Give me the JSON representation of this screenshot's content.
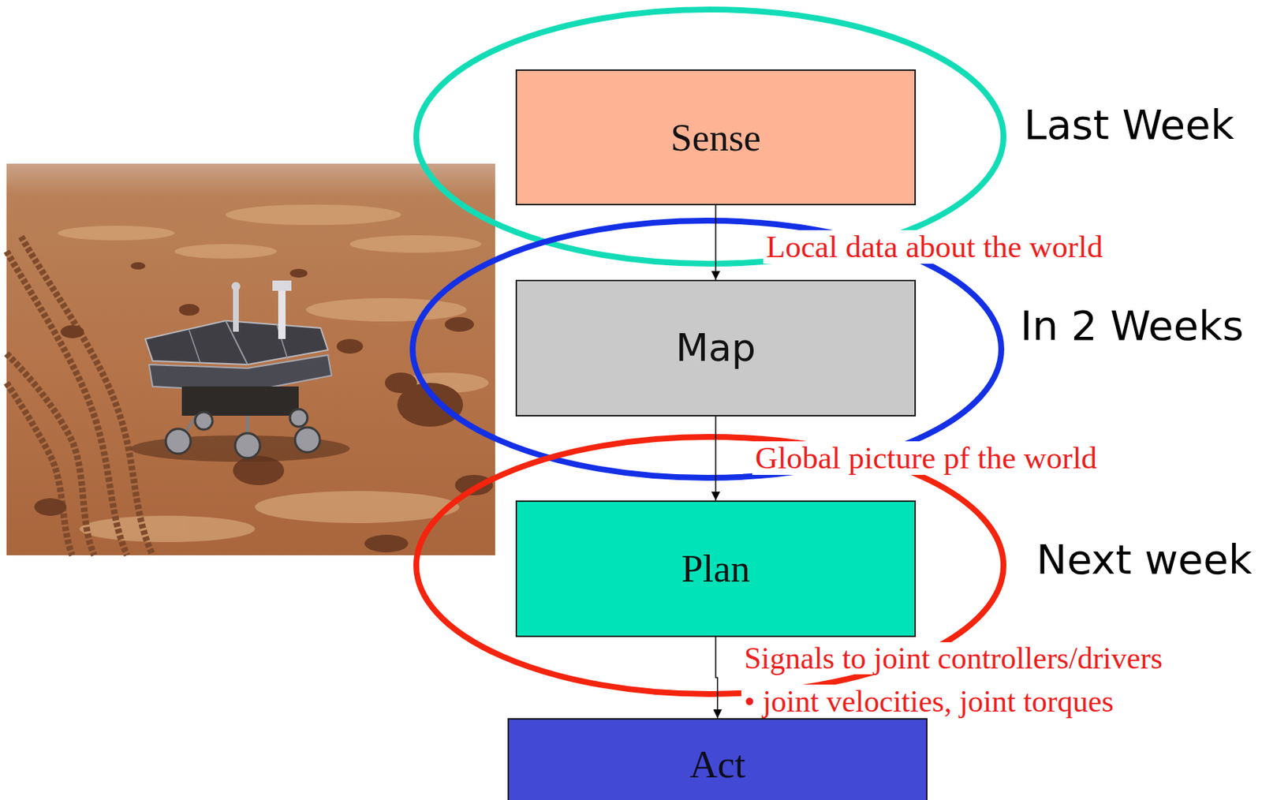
{
  "diagram": {
    "nodes": [
      {
        "text": [
          "Sense"
        ]
      },
      {
        "text": [
          "Map"
        ]
      },
      {
        "text": [
          "Plan"
        ]
      },
      {
        "text": [
          "Act"
        ]
      }
    ],
    "edges": [
      {
        "from": 0,
        "to": 1,
        "arrow": "to",
        "label": "Local data about the world"
      },
      {
        "from": 1,
        "to": 2,
        "arrow": "to",
        "label": "Global picture pf the world"
      },
      {
        "from": 2,
        "to": 3,
        "arrow": "to",
        "label": "Signals to joint controllers/drivers"
      }
    ],
    "labels": [
      "Last Week",
      "In 2 Weeks",
      "Next week",
      "• joint velocities, joint torques"
    ]
  }
}
